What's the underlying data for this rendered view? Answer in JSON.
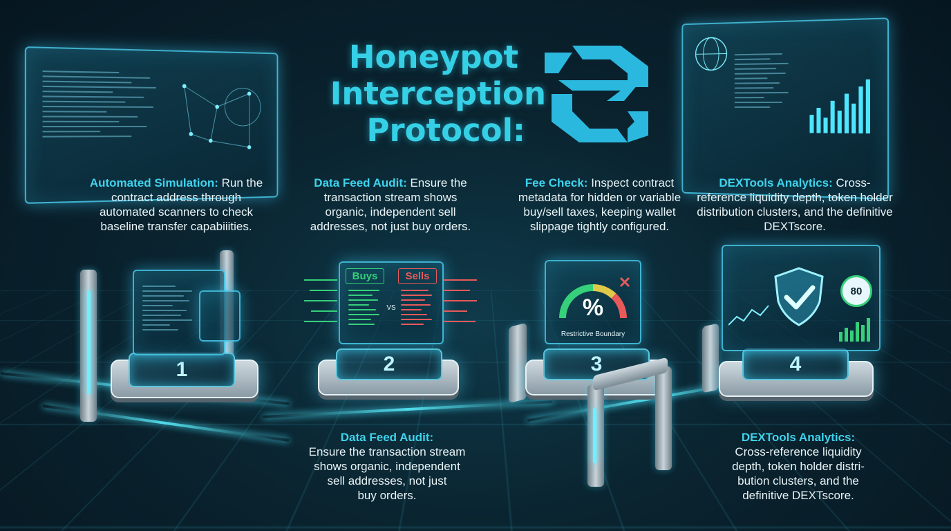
{
  "title": {
    "line1": "Honeypot",
    "line2": "Interception",
    "line3": "Protocol:"
  },
  "logo_icon": "hexagon-z-logo",
  "steps": [
    {
      "number": "1",
      "heading": "Automated Simulation:",
      "body": "Run the contract address through automated scanners to check baseline transfer capabiiities."
    },
    {
      "number": "2",
      "heading": "Data Feed Audit:",
      "body": "Ensure the transaction stream shows organic, independent sell addresses, not just buy orders."
    },
    {
      "number": "3",
      "heading": "Fee Check:",
      "body": "Inspect contract metadata for hidden or variable buy/sell taxes, keeping wallet slippage tightly configured."
    },
    {
      "number": "4",
      "heading": "DEXTools Analytics:",
      "body": "Cross-reference liquidity depth, token holder distribution clusters, and the definitive DEXTscore."
    }
  ],
  "screen2": {
    "buys": "Buys",
    "sells": "Sells",
    "vs": "VS"
  },
  "screen3": {
    "symbol": "%",
    "caption": "Restrictive Boundary"
  },
  "screen4": {
    "score": "80"
  },
  "bottom_captions": [
    {
      "heading": "Data Feed Audit:",
      "lines": [
        "Ensure the transaction stream",
        "shows organic, independent",
        "sell addresses, not just",
        "buy orders."
      ]
    },
    {
      "heading": "DEXTools Analytics:",
      "lines": [
        "Cross-reference liquidity",
        "depth, token holder distri-",
        "bution clusters, and the",
        "definitive DEXTscore."
      ]
    }
  ],
  "colors": {
    "accent": "#35d0e6",
    "buys": "#36d07a",
    "sells": "#e85a5a",
    "background": "#0a2430"
  }
}
